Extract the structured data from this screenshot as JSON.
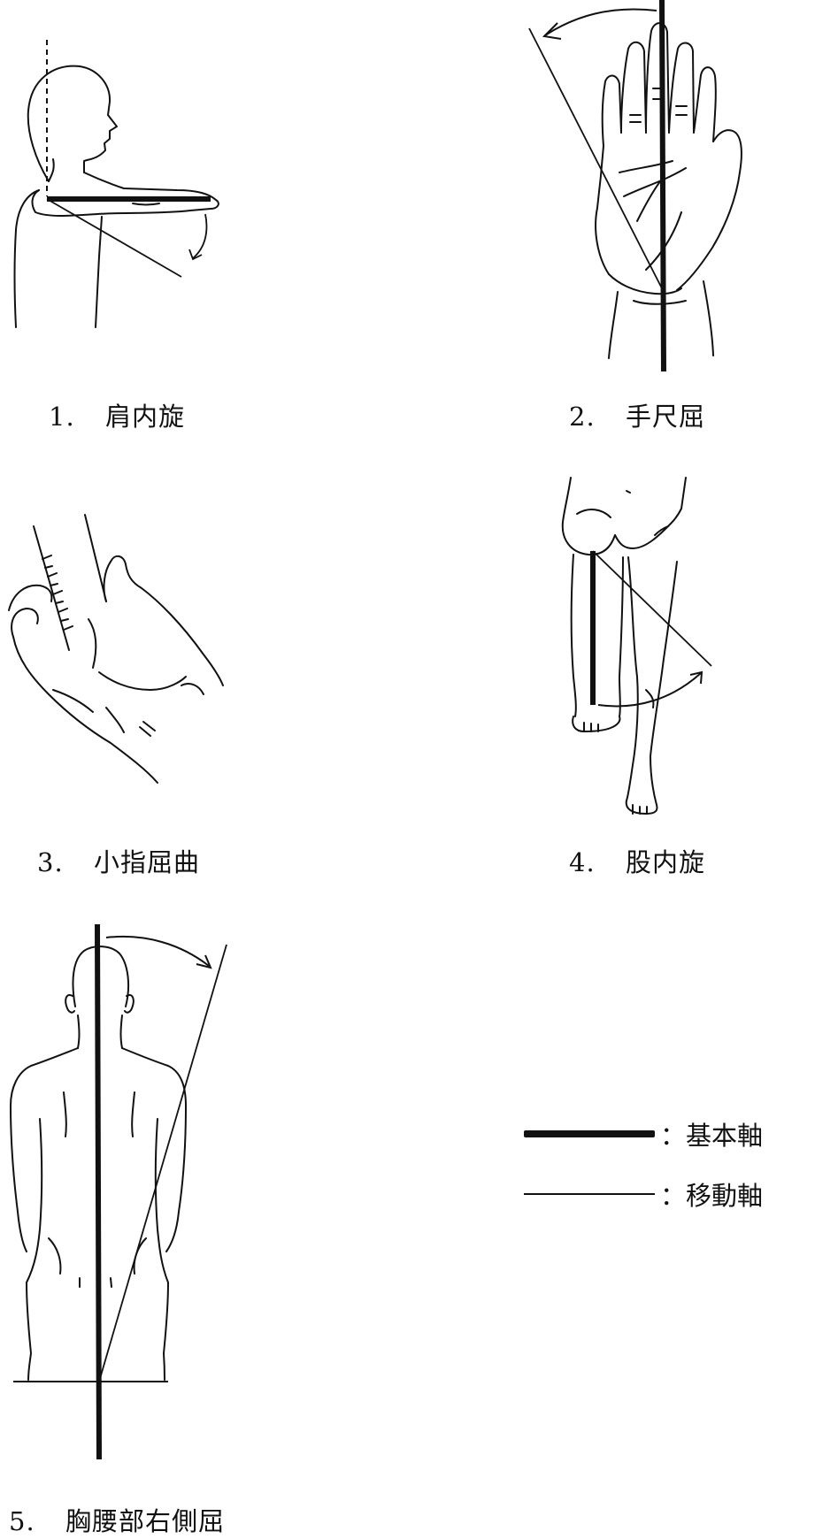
{
  "figures": [
    {
      "number": "1.",
      "label": "肩内旋",
      "drawing": "shoulder-internal-rotation"
    },
    {
      "number": "2.",
      "label": "手尺屈",
      "drawing": "wrist-ulnar-deviation"
    },
    {
      "number": "3.",
      "label": "小指屈曲",
      "drawing": "little-finger-flexion"
    },
    {
      "number": "4.",
      "label": "股内旋",
      "drawing": "hip-internal-rotation"
    },
    {
      "number": "5.",
      "label": "胸腰部右側屈",
      "drawing": "thoracolumbar-right-lateral-flexion"
    }
  ],
  "legend": [
    {
      "style": "thick",
      "label": "：基本軸"
    },
    {
      "style": "thin",
      "label": "：移動軸"
    }
  ],
  "colors": {
    "line": "#111111",
    "background": "#ffffff"
  }
}
